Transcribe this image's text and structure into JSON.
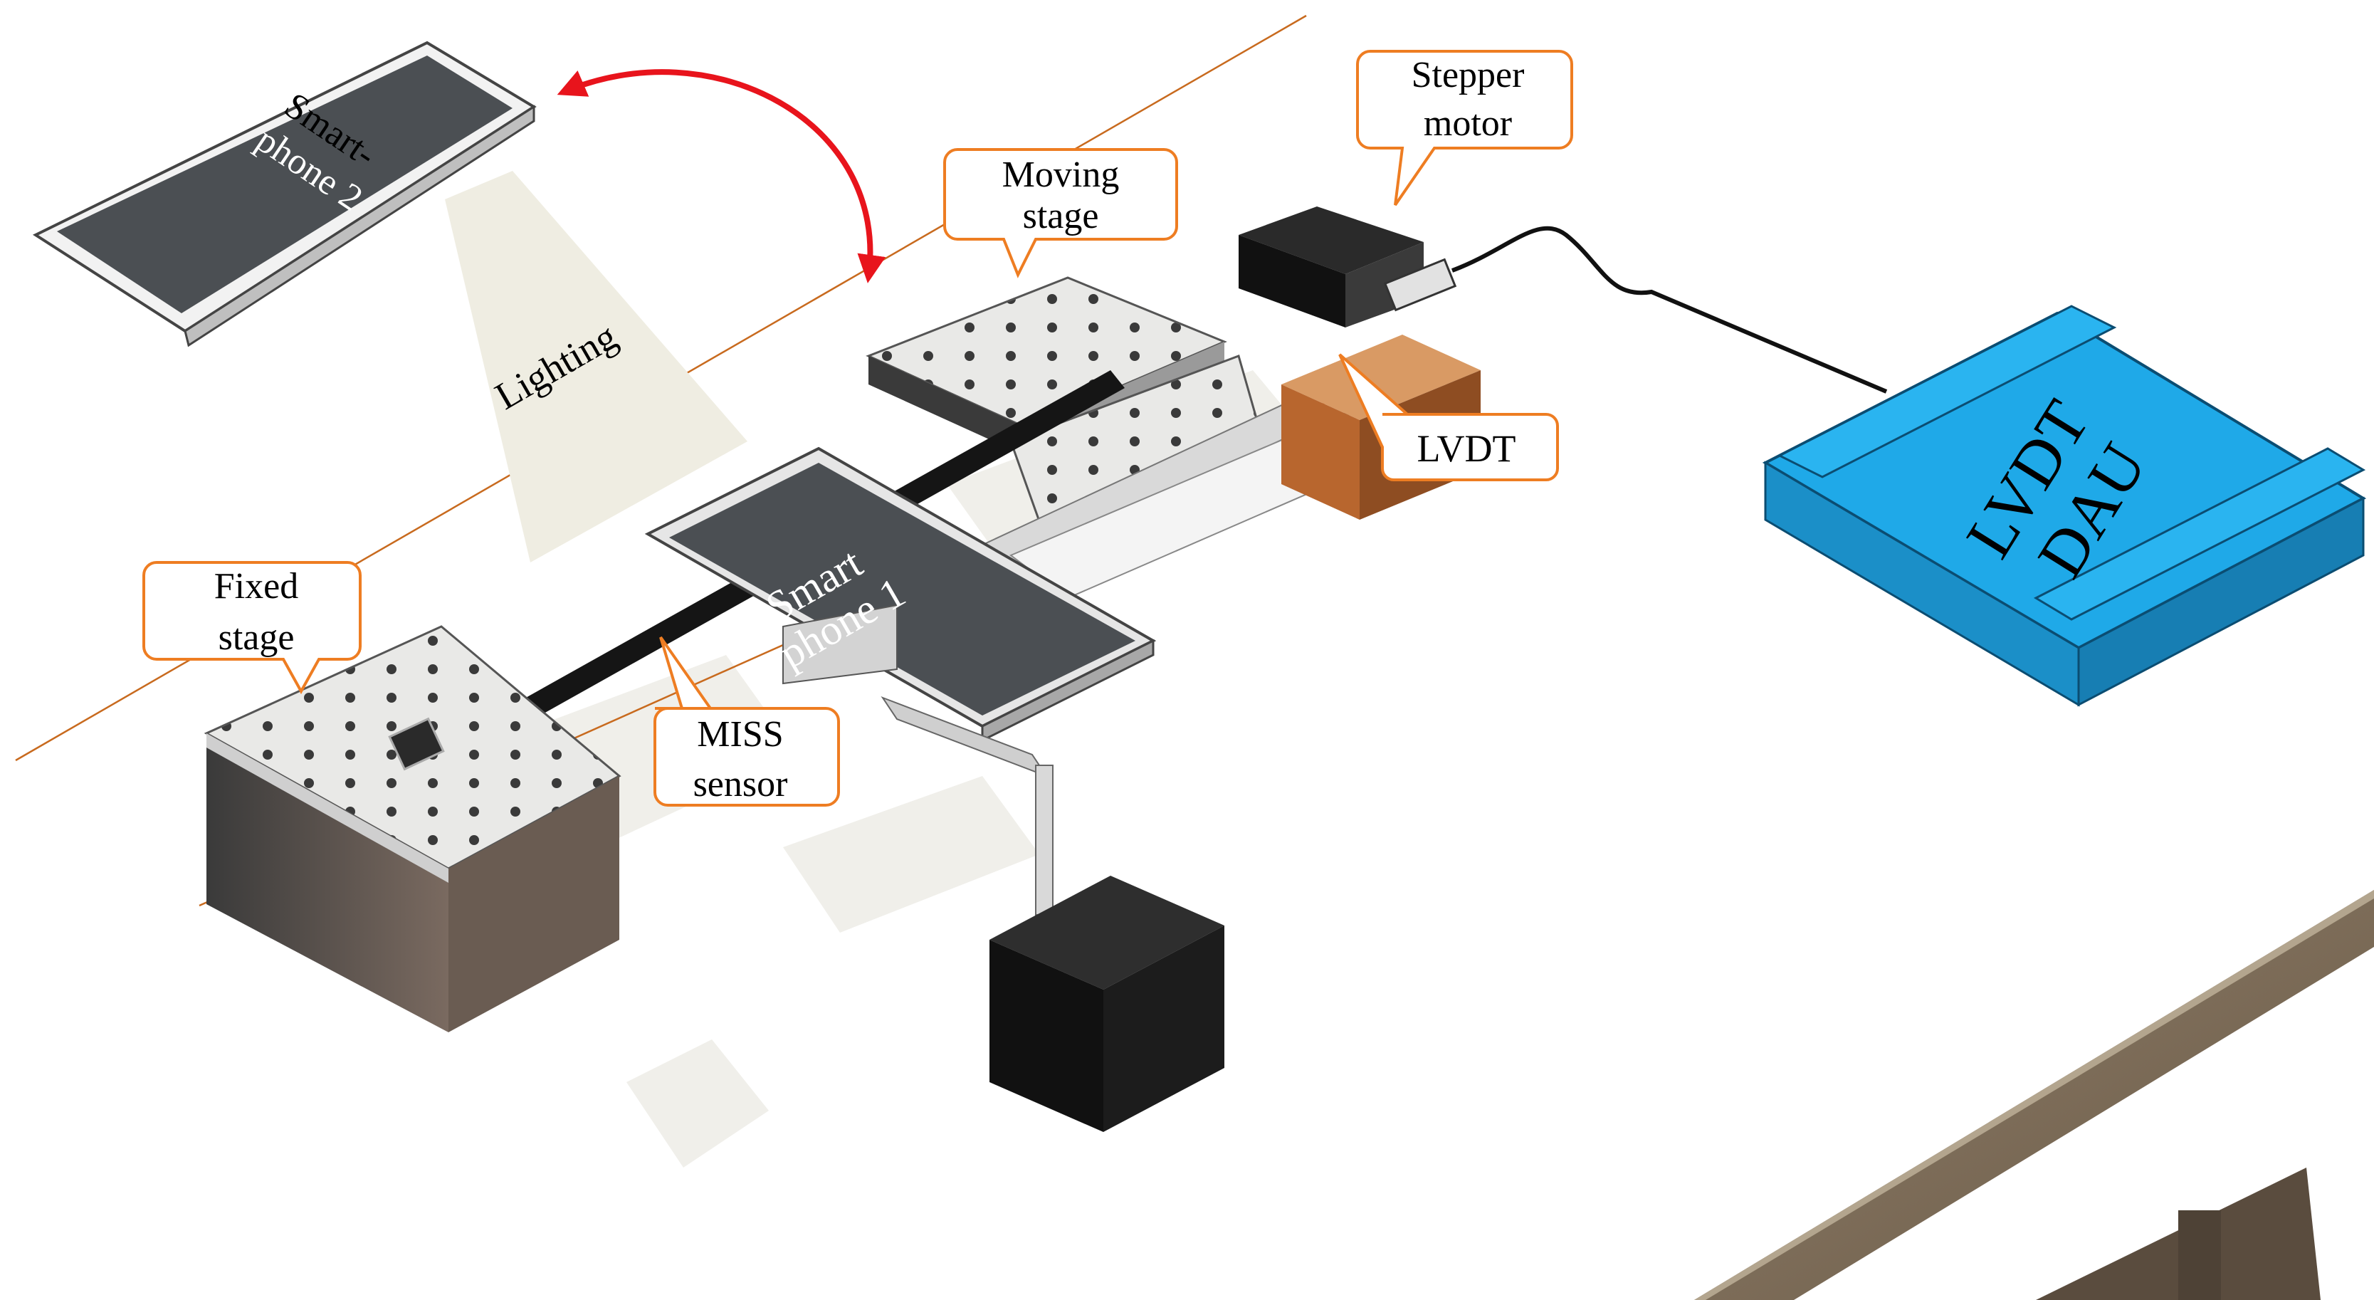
{
  "diagram": {
    "labels": {
      "smartphone2": [
        "Smart-",
        "phone 2"
      ],
      "lighting": "Lighting",
      "moving_stage": [
        "Moving",
        "stage"
      ],
      "stepper_motor": [
        "Stepper",
        "motor"
      ],
      "lvdt": "LVDT",
      "smartphone1": [
        "Smart",
        "phone 1"
      ],
      "fixed_stage": [
        "Fixed",
        "stage"
      ],
      "miss_sensor": [
        "MISS",
        "sensor"
      ],
      "lvdt_dau": [
        "LVDT",
        "DAU"
      ]
    },
    "colors": {
      "callout_border": "#ee7d22",
      "rotation_arrow": "#e8141c",
      "dau_body": "#1fa9e8",
      "lvdt_housing": "#b8662e",
      "smartphone_screen": "#4b4f53",
      "table_edge": "#7a6a55"
    }
  }
}
